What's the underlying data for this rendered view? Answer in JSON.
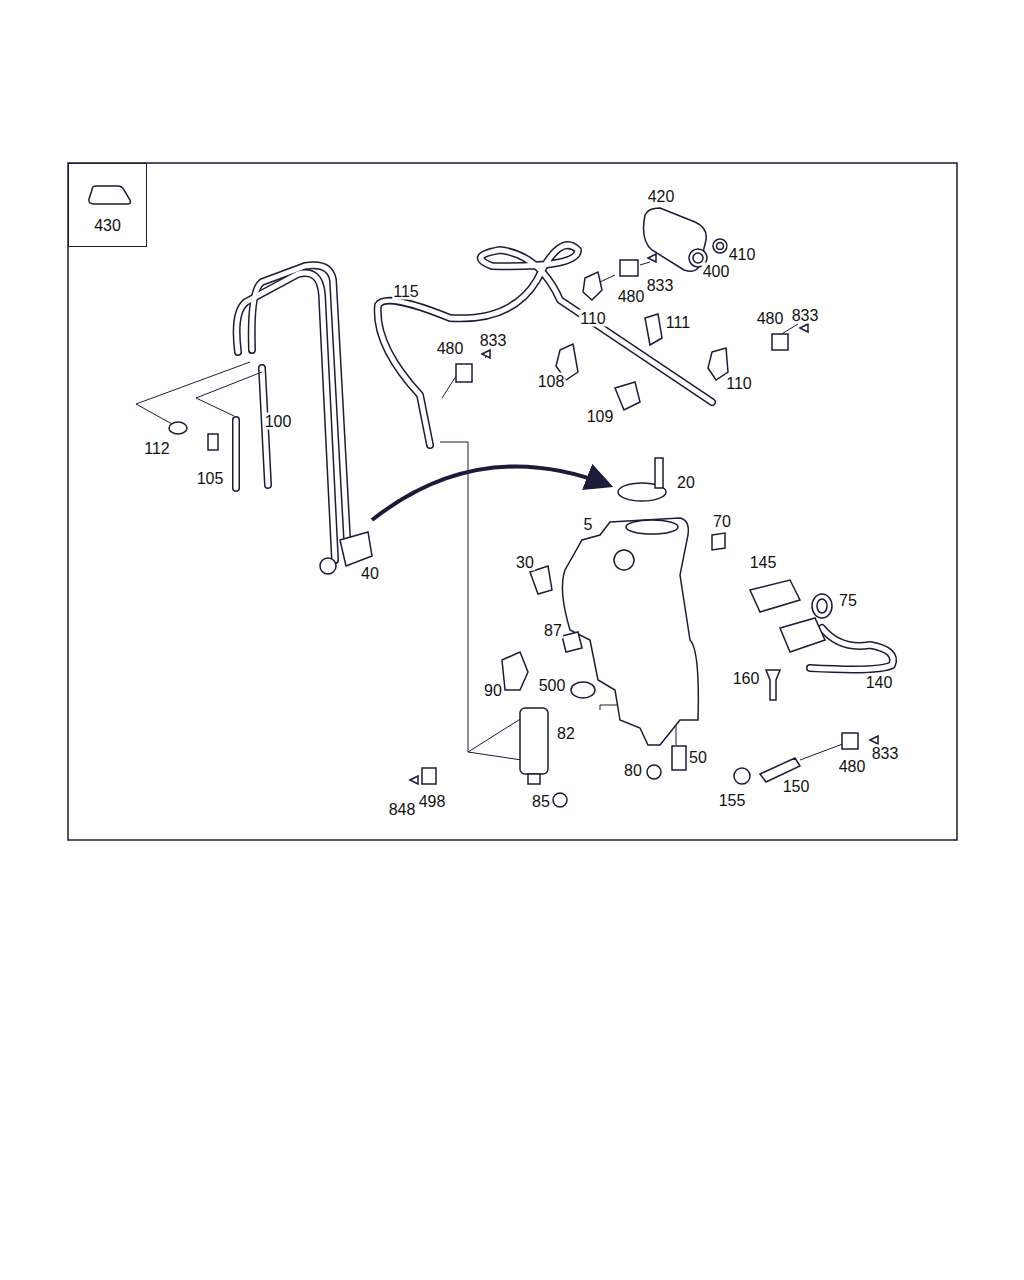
{
  "diagram": {
    "nodes": [
      {
        "text": [
          "430"
        ]
      }
    ],
    "labels": [
      "420",
      "410",
      "400",
      "115",
      "480",
      "833",
      "110",
      "111",
      "480",
      "833",
      "480",
      "833",
      "108",
      "110",
      "109",
      "100",
      "112",
      "105",
      "20",
      "40",
      "5",
      "70",
      "30",
      "145",
      "75",
      "87",
      "90",
      "500",
      "160",
      "140",
      "82",
      "50",
      "80",
      "480",
      "833",
      "155",
      "150",
      "848",
      "498",
      "85"
    ]
  }
}
